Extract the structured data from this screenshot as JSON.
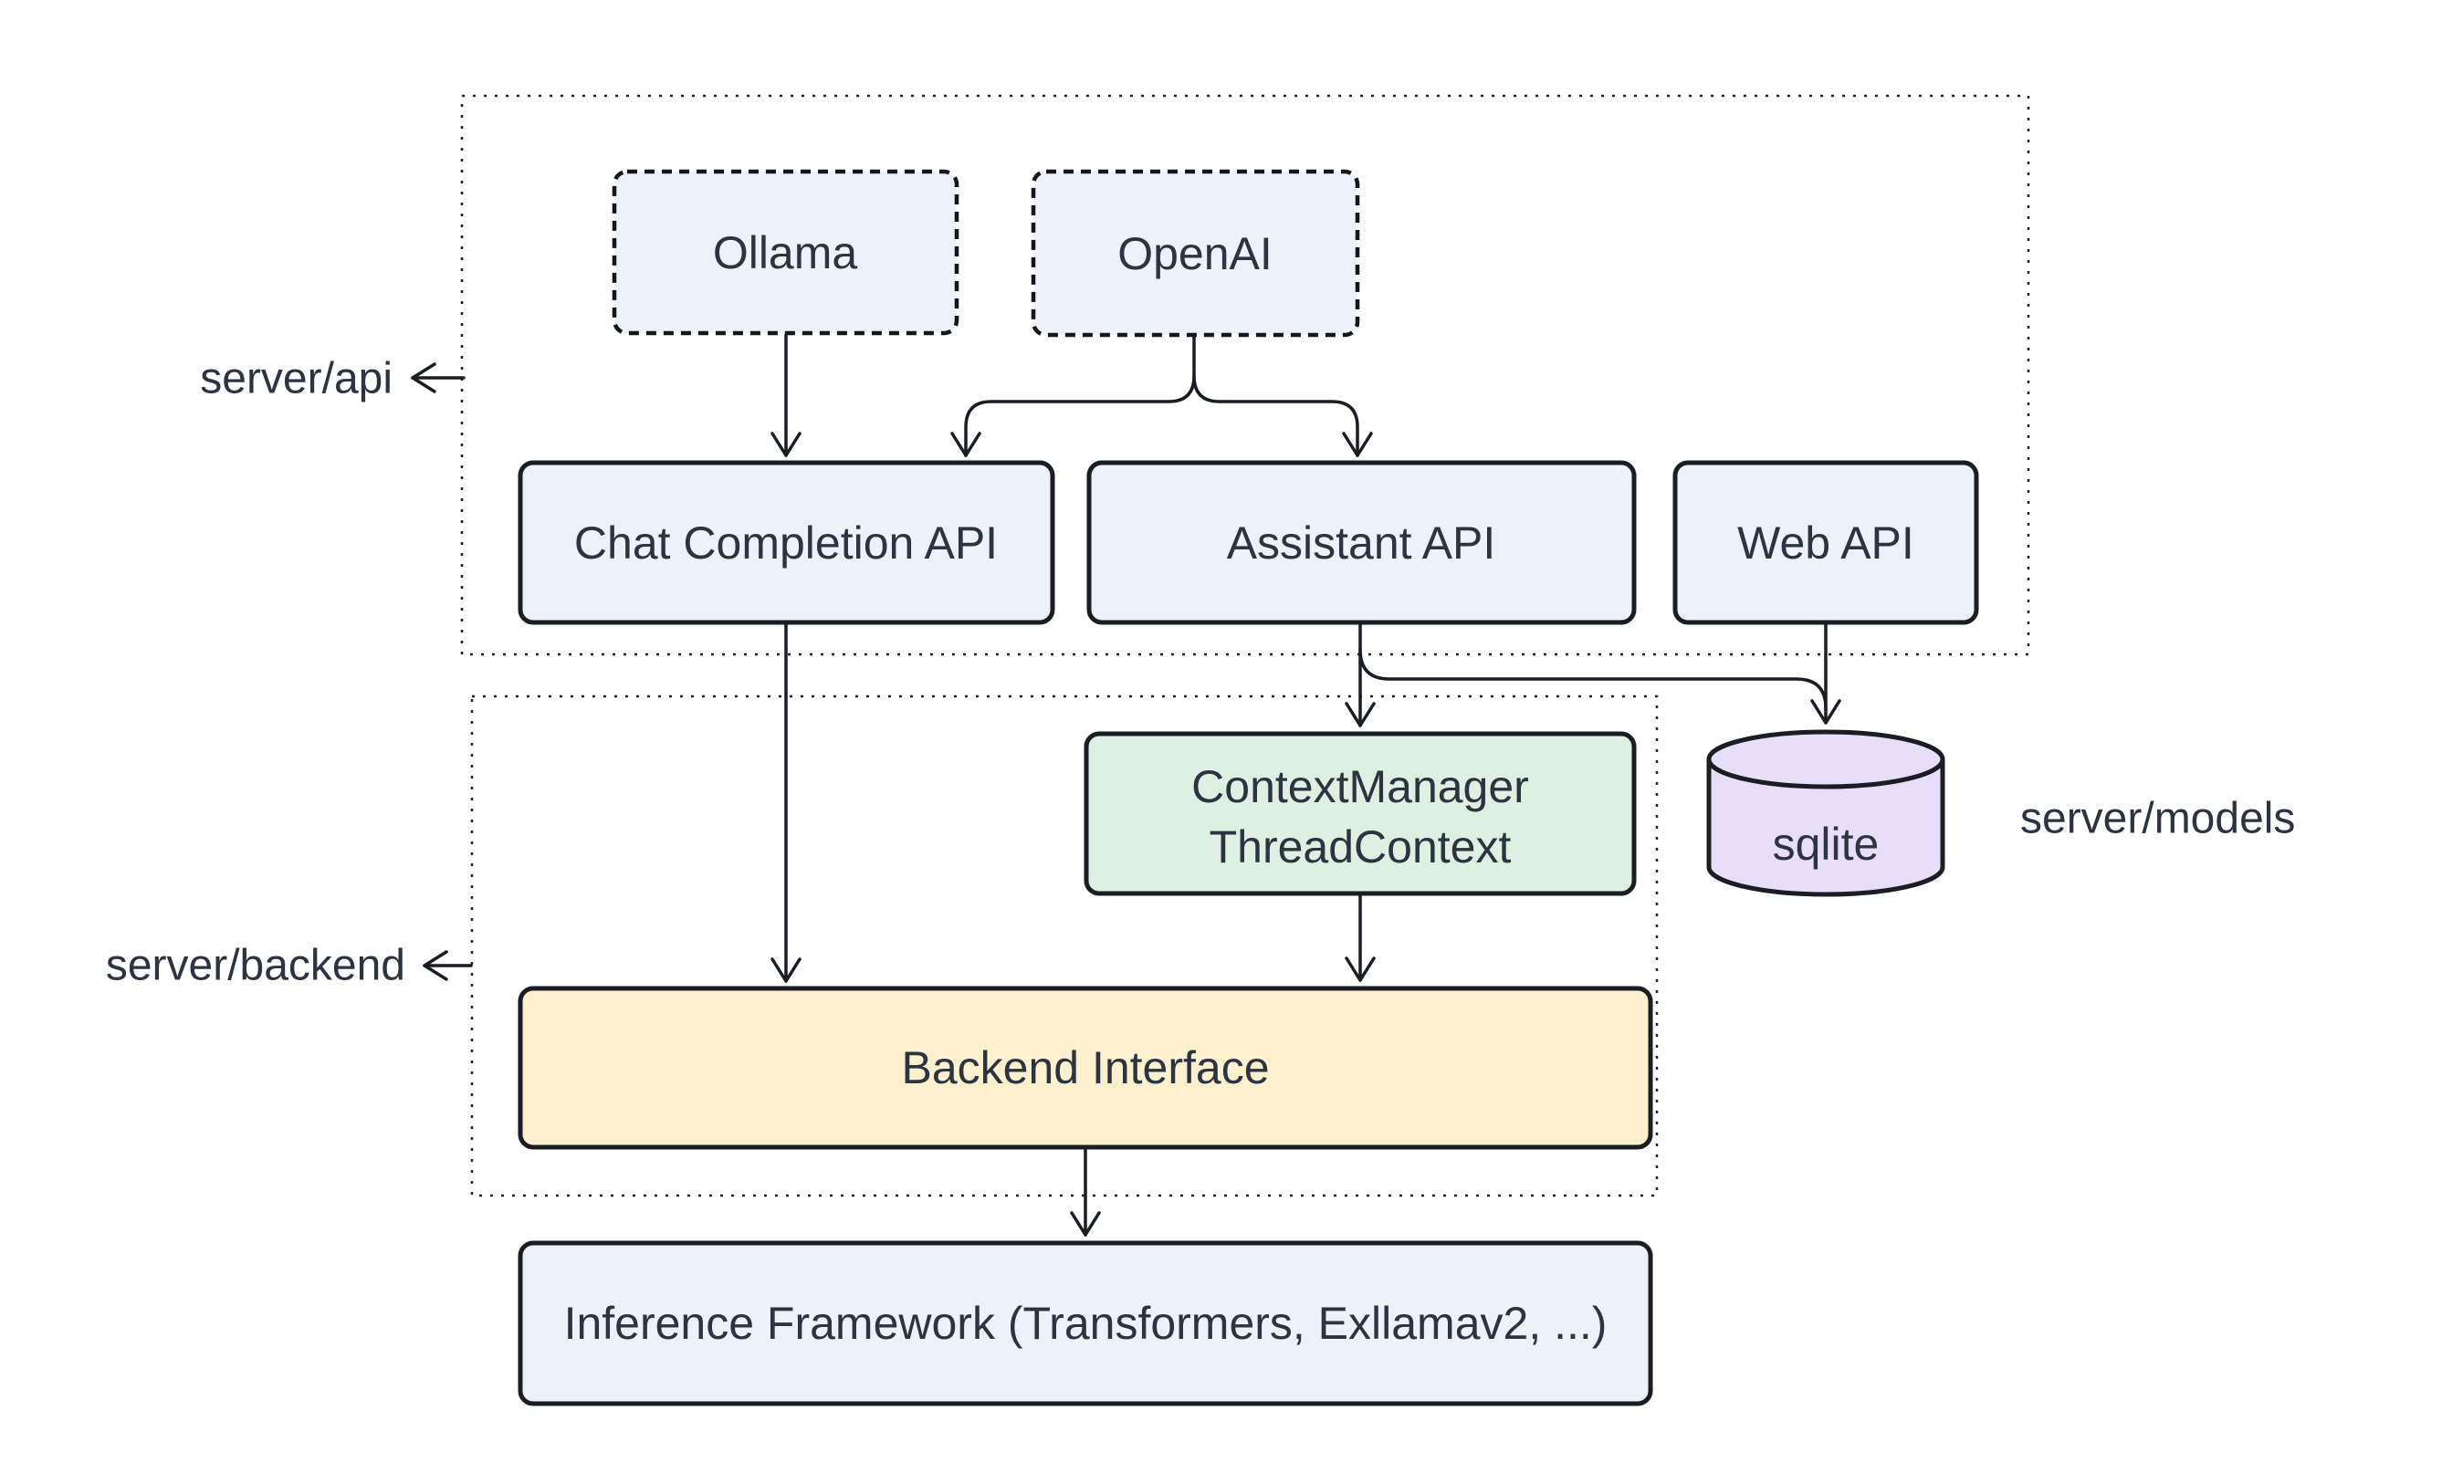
{
  "diagram": {
    "title_hint": "server architecture diagram",
    "colors": {
      "background": "#ffffff",
      "line": "#1a1d23",
      "text": "#2b3440",
      "node_blue": "#edf1fa",
      "node_green": "#def0e1",
      "node_yellow": "#fdf0ce",
      "node_purple": "#e9def9"
    },
    "zones": {
      "server_api": {
        "label": "server/api"
      },
      "server_backend": {
        "label": "server/backend"
      },
      "server_models": {
        "label": "server/models"
      }
    },
    "nodes": {
      "ollama": {
        "label": "Ollama",
        "fill": "#edf1fa"
      },
      "openai": {
        "label": "OpenAI",
        "fill": "#edf1fa"
      },
      "chat_completion_api": {
        "label": "Chat Completion API",
        "fill": "#edf1fa"
      },
      "assistant_api": {
        "label": "Assistant API",
        "fill": "#edf1fa"
      },
      "web_api": {
        "label": "Web API",
        "fill": "#edf1fa"
      },
      "context_manager": {
        "line1": "ContextManager",
        "line2": "ThreadContext",
        "fill": "#def0e1"
      },
      "sqlite": {
        "label": "sqlite",
        "fill": "#e9def9"
      },
      "backend_interface": {
        "label": "Backend Interface",
        "fill": "#fdf0ce"
      },
      "inference_framework": {
        "label": "Inference Framework (Transformers, Exllamav2, ...)",
        "fill": "#edf1fa"
      }
    },
    "edges": [
      {
        "name": "ollama-to-chat"
      },
      {
        "name": "openai-to-chat"
      },
      {
        "name": "openai-to-assistant"
      },
      {
        "name": "chat-to-backend-interface"
      },
      {
        "name": "assistant-to-context-manager"
      },
      {
        "name": "assistant-to-sqlite"
      },
      {
        "name": "web-api-to-sqlite"
      },
      {
        "name": "context-manager-to-backend-interface"
      },
      {
        "name": "backend-interface-to-inference"
      }
    ]
  }
}
